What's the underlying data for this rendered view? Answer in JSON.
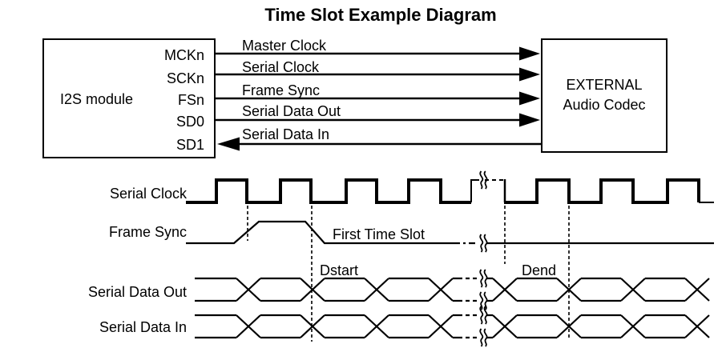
{
  "title": "Time Slot Example Diagram",
  "block_diagram": {
    "i2s_module": {
      "label": "I2S module",
      "ports": [
        "MCKn",
        "SCKn",
        "FSn",
        "SD0",
        "SD1"
      ]
    },
    "external_codec": {
      "line1": "EXTERNAL",
      "line2": "Audio Codec"
    },
    "connections": [
      {
        "label": "Master Clock",
        "from_port": "MCKn",
        "direction": "to-codec"
      },
      {
        "label": "Serial Clock",
        "from_port": "SCKn",
        "direction": "to-codec"
      },
      {
        "label": "Frame Sync",
        "from_port": "FSn",
        "direction": "to-codec"
      },
      {
        "label": "Serial Data Out",
        "from_port": "SD0",
        "direction": "to-codec"
      },
      {
        "label": "Serial Data In",
        "from_port": "SD1",
        "direction": "to-i2s"
      }
    ]
  },
  "timing_diagram": {
    "rows": [
      {
        "label": "Serial Clock",
        "type": "clock"
      },
      {
        "label": "Frame Sync",
        "type": "pulse"
      },
      {
        "label": "Serial Data Out",
        "type": "bus"
      },
      {
        "label": "Serial Data In",
        "type": "bus"
      }
    ],
    "annotations": {
      "first_time_slot": "First Time Slot",
      "dstart": "Dstart",
      "dend": "Dend"
    }
  },
  "colors": {
    "line": "#000000",
    "text": "#000000",
    "background": "#ffffff"
  }
}
